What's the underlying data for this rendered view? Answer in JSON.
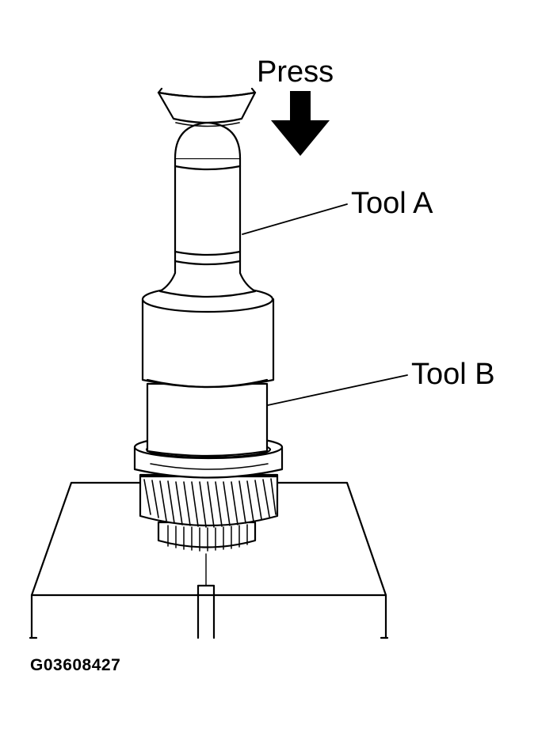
{
  "labels": {
    "press": "Press",
    "tool_a": "Tool A",
    "tool_b": "Tool B",
    "figure_code": "G03608427"
  },
  "colors": {
    "ink": "#000000",
    "background": "#ffffff"
  }
}
